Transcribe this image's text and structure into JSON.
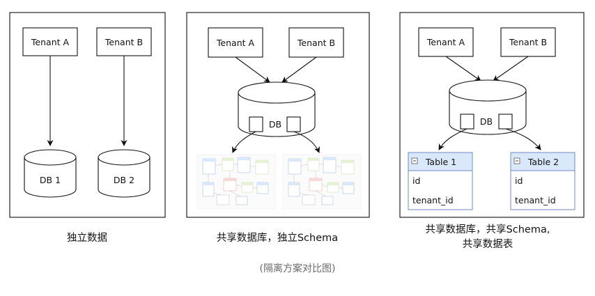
{
  "panel1": {
    "tenant_a": "Tenant A",
    "tenant_b": "Tenant B",
    "db1": "DB 1",
    "db2": "DB 2",
    "caption": "独立数据"
  },
  "panel2": {
    "tenant_a": "Tenant A",
    "tenant_b": "Tenant B",
    "db": "DB",
    "caption": "共享数据库，独立Schema"
  },
  "panel3": {
    "tenant_a": "Tenant A",
    "tenant_b": "Tenant B",
    "db": "DB",
    "table1": {
      "title": "Table 1",
      "fields": [
        "id",
        "tenant_id"
      ]
    },
    "table2": {
      "title": "Table 2",
      "fields": [
        "id",
        "tenant_id"
      ]
    },
    "caption_line1": "共享数据库，共享Schema,",
    "caption_line2": "共享数据表"
  },
  "figure_caption": "(隔离方案对比图)",
  "colors": {
    "table_header": "#dae8fc",
    "table_border": "#6c8ebf",
    "caption_gray": "#6a6a6a"
  }
}
